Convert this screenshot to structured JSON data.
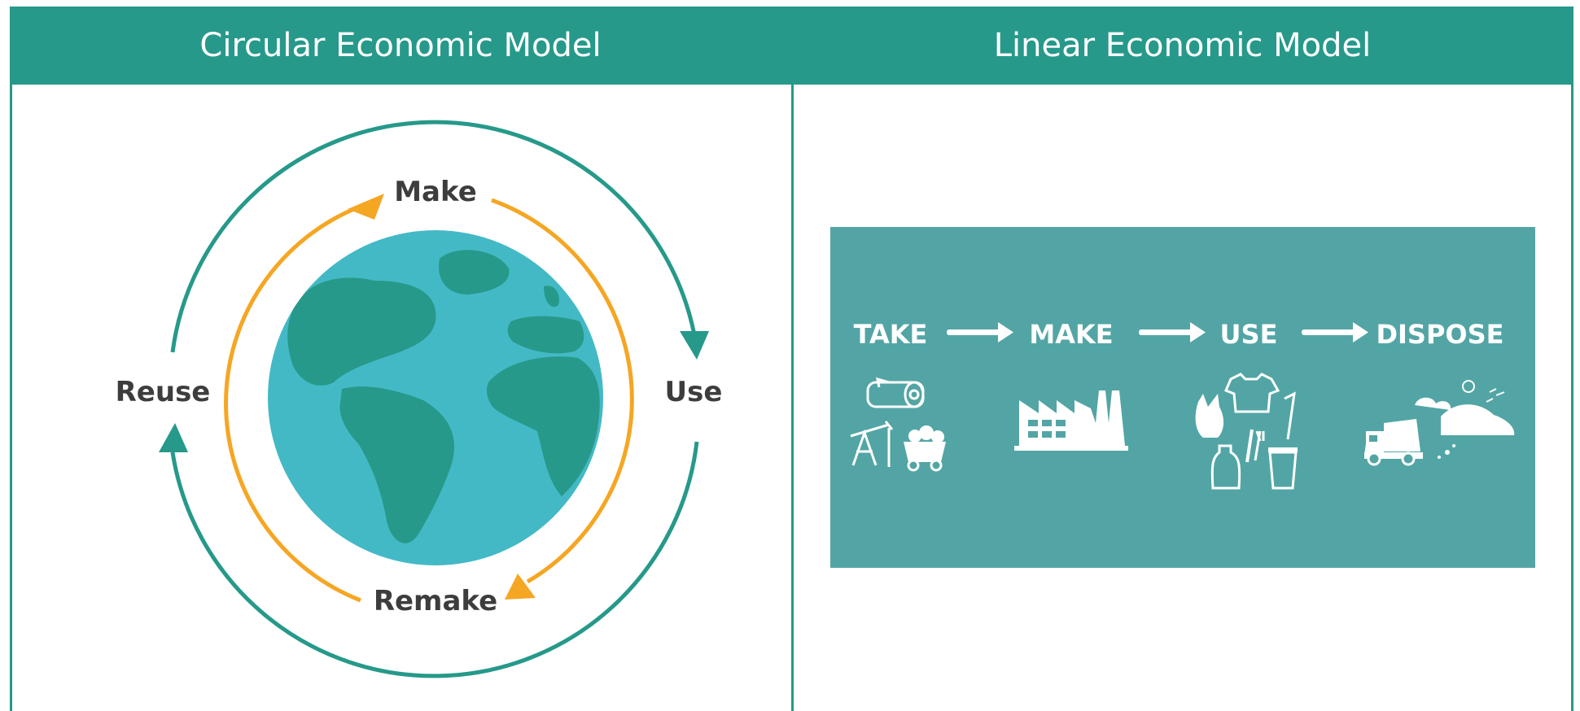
{
  "columns": {
    "left_title": "Circular Economic Model",
    "right_title": "Linear Economic Model"
  },
  "circular": {
    "labels": {
      "top": "Make",
      "right": "Use",
      "bottom": "Remake",
      "left": "Reuse"
    },
    "colors": {
      "outer_ring": "#26998a",
      "inner_ring": "#f5a623",
      "ocean": "#44b9c6",
      "land": "#26998a"
    }
  },
  "linear": {
    "panel_color": "#53a5a5",
    "steps": [
      "TAKE",
      "MAKE",
      "USE",
      "DISPOSE"
    ],
    "icons": [
      "log-oil-pump-mine-cart-icon",
      "factory-icon",
      "consumer-goods-icon",
      "garbage-truck-landfill-icon"
    ]
  }
}
